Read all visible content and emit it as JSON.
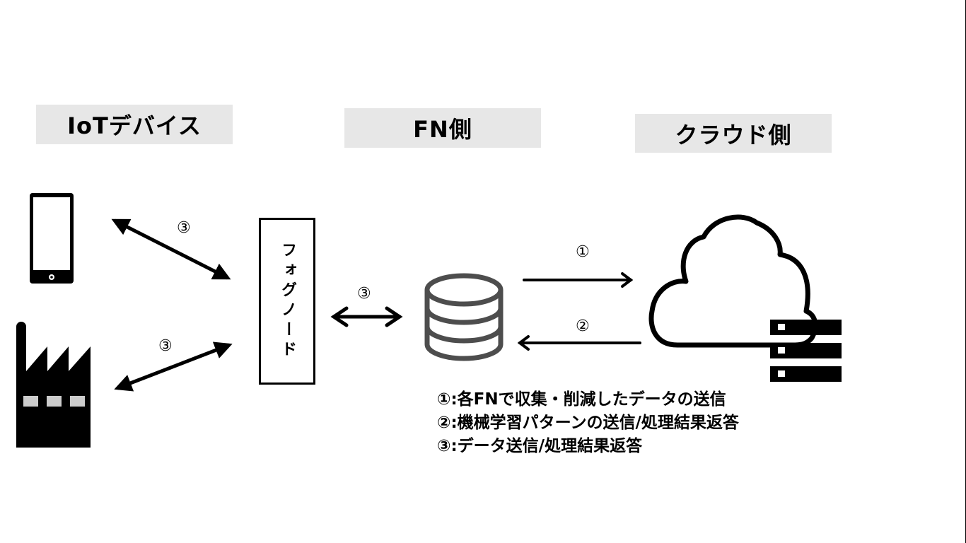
{
  "headers": {
    "iot": "IoTデバイス",
    "fn": "FN側",
    "cloud": "クラウド側"
  },
  "fog_node": {
    "label": "フォグノード"
  },
  "arrow_labels": {
    "phone_fog": "③",
    "factory_fog": "③",
    "fog_db": "③",
    "db_to_cloud": "①",
    "cloud_to_db": "②"
  },
  "icons": {
    "device": "smartphone-icon",
    "factory": "factory-icon",
    "database": "database-icon",
    "cloud": "cloud-server-icon"
  },
  "legend": [
    "①:各FNで収集・削減したデータの送信",
    "②:機械学習パターンの送信/処理結果返答",
    "③:データ送信/処理結果返答"
  ],
  "colors": {
    "header_bg": "#e7e7e7",
    "database_stroke": "#4d4d4d",
    "factory_window": "#cccccc"
  }
}
